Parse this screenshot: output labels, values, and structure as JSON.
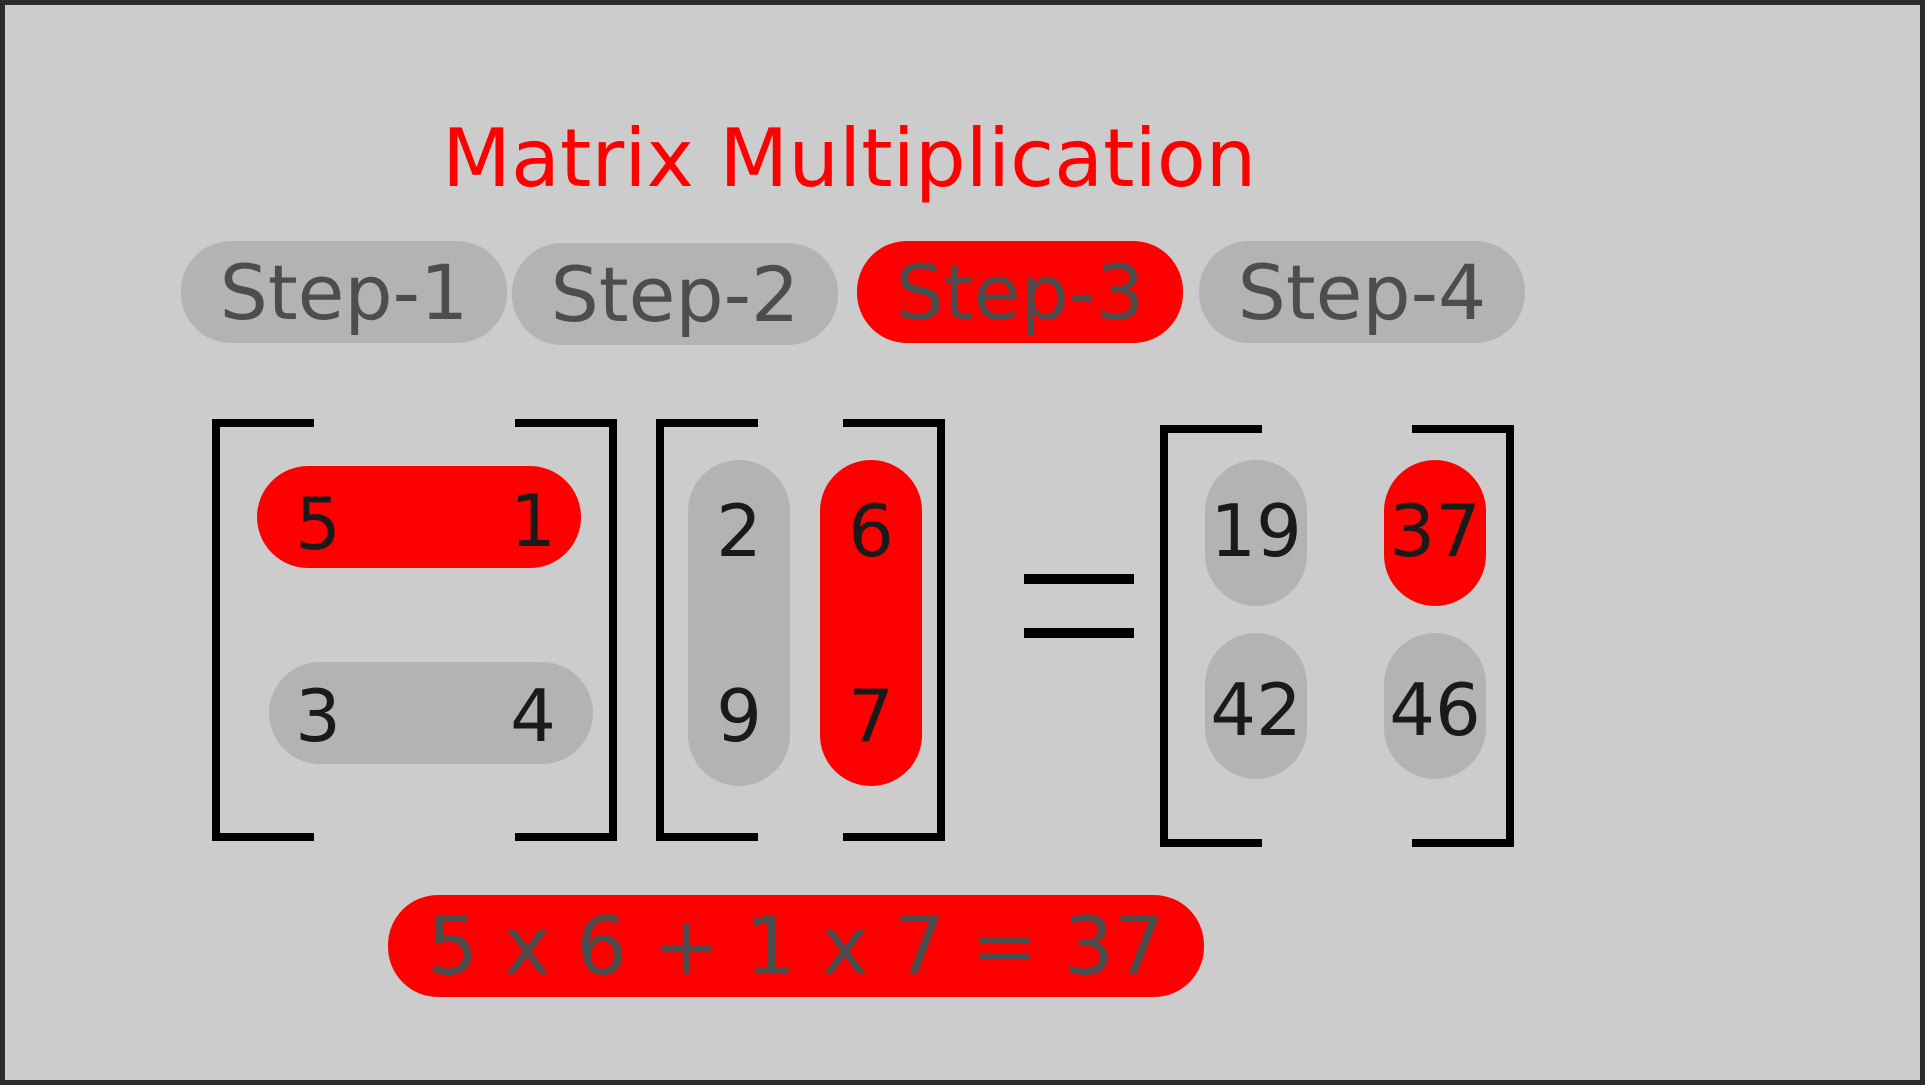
{
  "title": "Matrix Multiplication",
  "steps": [
    {
      "label": "Step-1",
      "active": false
    },
    {
      "label": "Step-2",
      "active": false
    },
    {
      "label": "Step-3",
      "active": true
    },
    {
      "label": "Step-4",
      "active": false
    }
  ],
  "matrix_a": [
    [
      "5",
      "1"
    ],
    [
      "3",
      "4"
    ]
  ],
  "matrix_b": [
    [
      "2",
      "6"
    ],
    [
      "9",
      "7"
    ]
  ],
  "result": [
    [
      "19",
      "37"
    ],
    [
      "42",
      "46"
    ]
  ],
  "highlight": {
    "row_a": 0,
    "col_b": 1,
    "result_cell": [
      0,
      1
    ]
  },
  "formula": "5 x 6 + 1 x 7 = 37",
  "colors": {
    "accent": "#ff0000",
    "inactive": "#b3b3b3",
    "background": "#cccccc",
    "frame": "#2b2b2b"
  }
}
